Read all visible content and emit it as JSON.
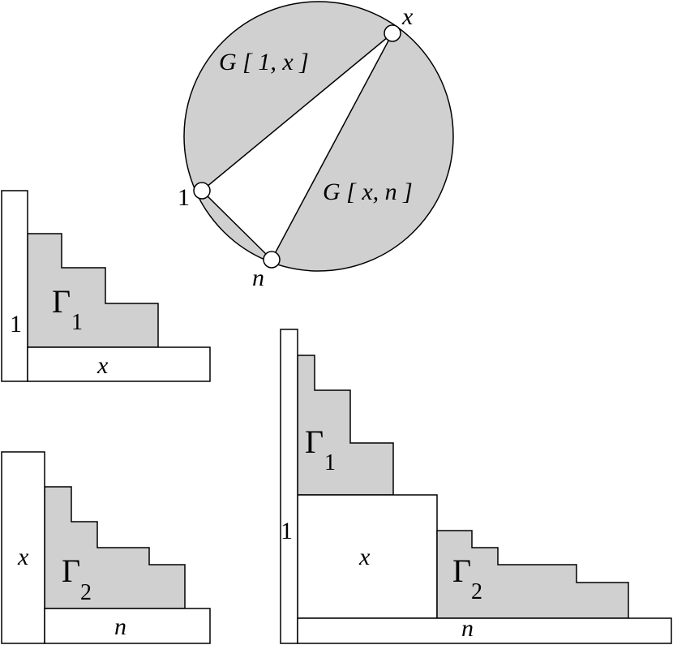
{
  "circle_figure": {
    "region_left_label": "G [ 1, x ]",
    "region_right_label": "G [ x, n ]",
    "vertex_1": "1",
    "vertex_x": "x",
    "vertex_n": "n"
  },
  "diagram_gamma1": {
    "region_symbol": "Γ",
    "region_subscript": "1",
    "left_bar_label": "1",
    "bottom_bar_label": "x"
  },
  "diagram_gamma2": {
    "region_symbol": "Γ",
    "region_subscript": "2",
    "left_bar_label": "x",
    "bottom_bar_label": "n"
  },
  "diagram_combined": {
    "upper_region_symbol": "Γ",
    "upper_region_subscript": "1",
    "lower_region_symbol": "Γ",
    "lower_region_subscript": "2",
    "center_box_label": "x",
    "left_bar_label": "1",
    "bottom_bar_label": "n"
  },
  "colors": {
    "shading": "#d0d0d0",
    "stroke": "#000000",
    "background": "#ffffff"
  }
}
